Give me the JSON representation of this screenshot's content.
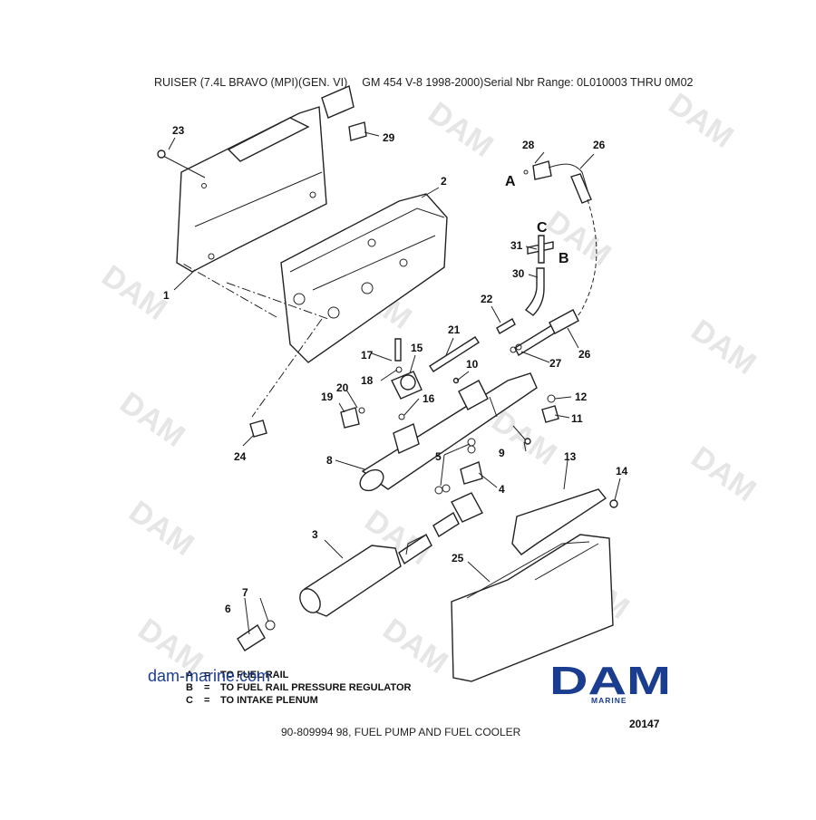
{
  "header": {
    "model": "RUISER (7.4L BRAVO (MPI)(GEN. VI)",
    "engine": "GM 454 V-8 1998-2000)Serial Nbr Range: 0L010003 THRU 0M02"
  },
  "watermark": {
    "text": "DAM"
  },
  "website": "dam-marine.com",
  "logo": {
    "text": "DAM",
    "subtitle": "MARINE",
    "color": "#1b3d8f"
  },
  "legend": [
    {
      "key": "A",
      "eq": "=",
      "text": "TO FUEL RAIL"
    },
    {
      "key": "B",
      "eq": "=",
      "text": "TO FUEL RAIL PRESSURE REGULATOR"
    },
    {
      "key": "C",
      "eq": "=",
      "text": "TO INTAKE PLENUM"
    }
  ],
  "letters": {
    "A": "A",
    "B": "B",
    "C": "C"
  },
  "callouts": {
    "c1": "1",
    "c2": "2",
    "c3": "3",
    "c4": "4",
    "c5": "5",
    "c6": "6",
    "c7": "7",
    "c8": "8",
    "c9": "9",
    "c10": "10",
    "c11": "11",
    "c12": "12",
    "c13": "13",
    "c14": "14",
    "c15": "15",
    "c16": "16",
    "c17": "17",
    "c18": "18",
    "c19": "19",
    "c20": "20",
    "c21": "21",
    "c22": "22",
    "c23": "23",
    "c24": "24",
    "c25": "25",
    "c26a": "26",
    "c26b": "26",
    "c27": "27",
    "c28": "28",
    "c29": "29",
    "c30": "30",
    "c31": "31"
  },
  "reference_number": "20147",
  "caption": "90-809994 98, FUEL PUMP AND FUEL COOLER"
}
